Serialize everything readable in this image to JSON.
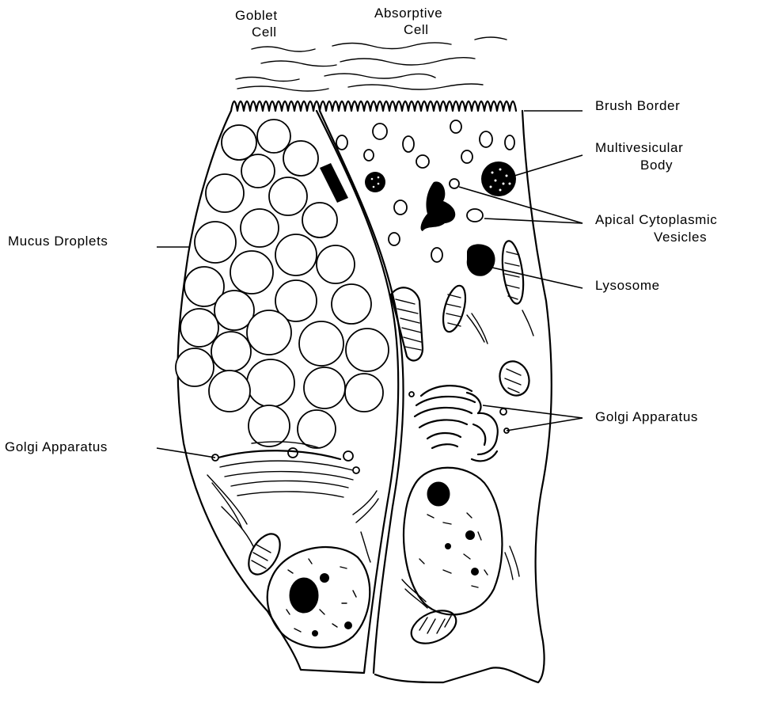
{
  "labels": {
    "goblet_cell": [
      "Goblet",
      "Cell"
    ],
    "absorptive_cell": [
      "Absorptive",
      "Cell"
    ],
    "brush_border": "Brush Border",
    "multivesicular_body": [
      "Multivesicular",
      "Body"
    ],
    "apical_vesicles": [
      "Apical Cytoplasmic",
      "Vesicles"
    ],
    "lysosome": "Lysosome",
    "golgi_right": "Golgi Apparatus",
    "mucus_droplets": "Mucus Droplets",
    "golgi_left": "Golgi Apparatus"
  },
  "colors": {
    "ink": "#000000",
    "paper": "#ffffff"
  }
}
